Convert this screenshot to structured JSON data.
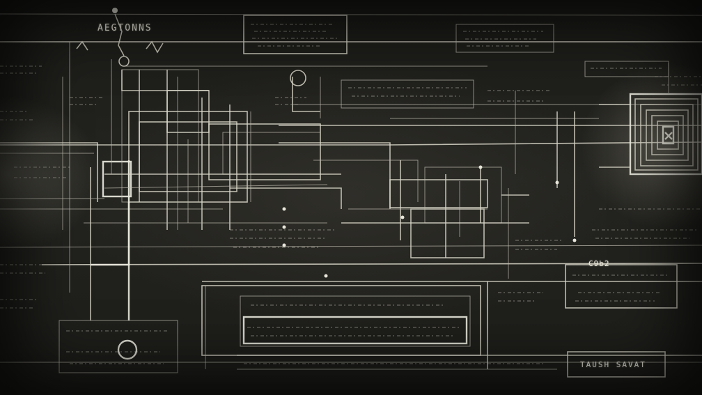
{
  "labels": {
    "top_left": "AEGTONNS",
    "right_box": "C9b2",
    "bottom_right": "TAUSH SAVAT"
  }
}
